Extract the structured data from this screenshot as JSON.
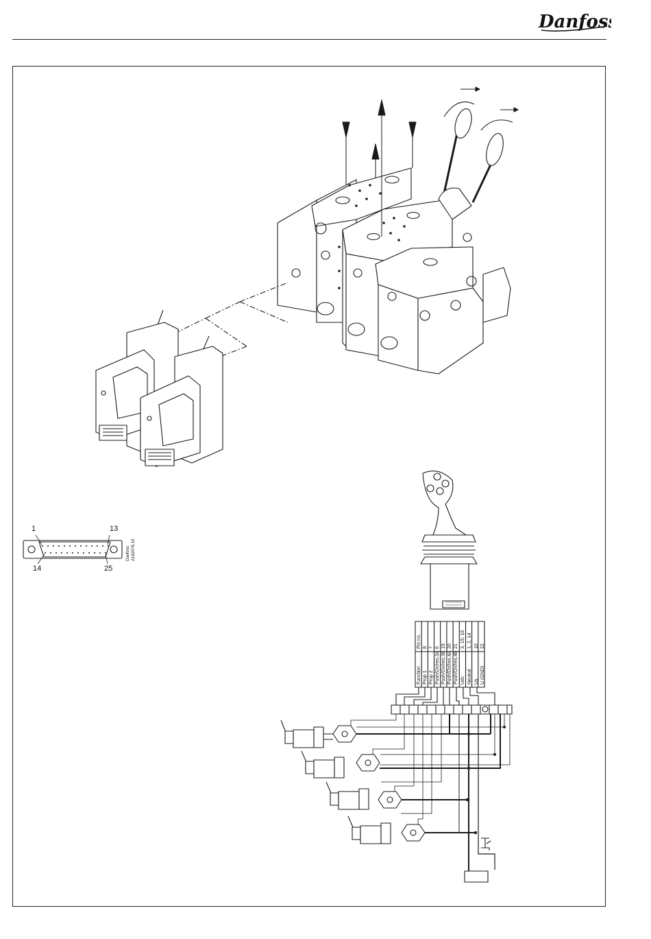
{
  "brand": {
    "logo_text": "Danfoss"
  },
  "connector": {
    "pin_labels": {
      "top_left": "1",
      "top_right": "13",
      "bottom_left": "14",
      "bottom_right": "25"
    },
    "drawing_ref_1": "Danfoss",
    "drawing_ref_2": "A162076.10"
  },
  "wiring_table": {
    "header_function": "Function",
    "header_pin": "Pin no.",
    "rows": [
      {
        "function": "Prop 1",
        "pin": "8"
      },
      {
        "function": "Prop 2",
        "pin": "7"
      },
      {
        "function": "Push/On/res.3A",
        "pin": "6"
      },
      {
        "function": "Push/On/res.3B",
        "pin": "19"
      },
      {
        "function": "Push/On/res.4A",
        "pin": "20"
      },
      {
        "function": "Push/On/res.4B",
        "pin": "21"
      },
      {
        "function": "Udc",
        "pin": "3, 15, 16"
      },
      {
        "function": "Neutral",
        "pin": "1, 2, 14"
      },
      {
        "function": "Us",
        "pin": "10"
      },
      {
        "function": "U (GND)",
        "pin": "22"
      }
    ]
  },
  "colors": {
    "line": "#1a1a1a",
    "paper": "#ffffff"
  }
}
